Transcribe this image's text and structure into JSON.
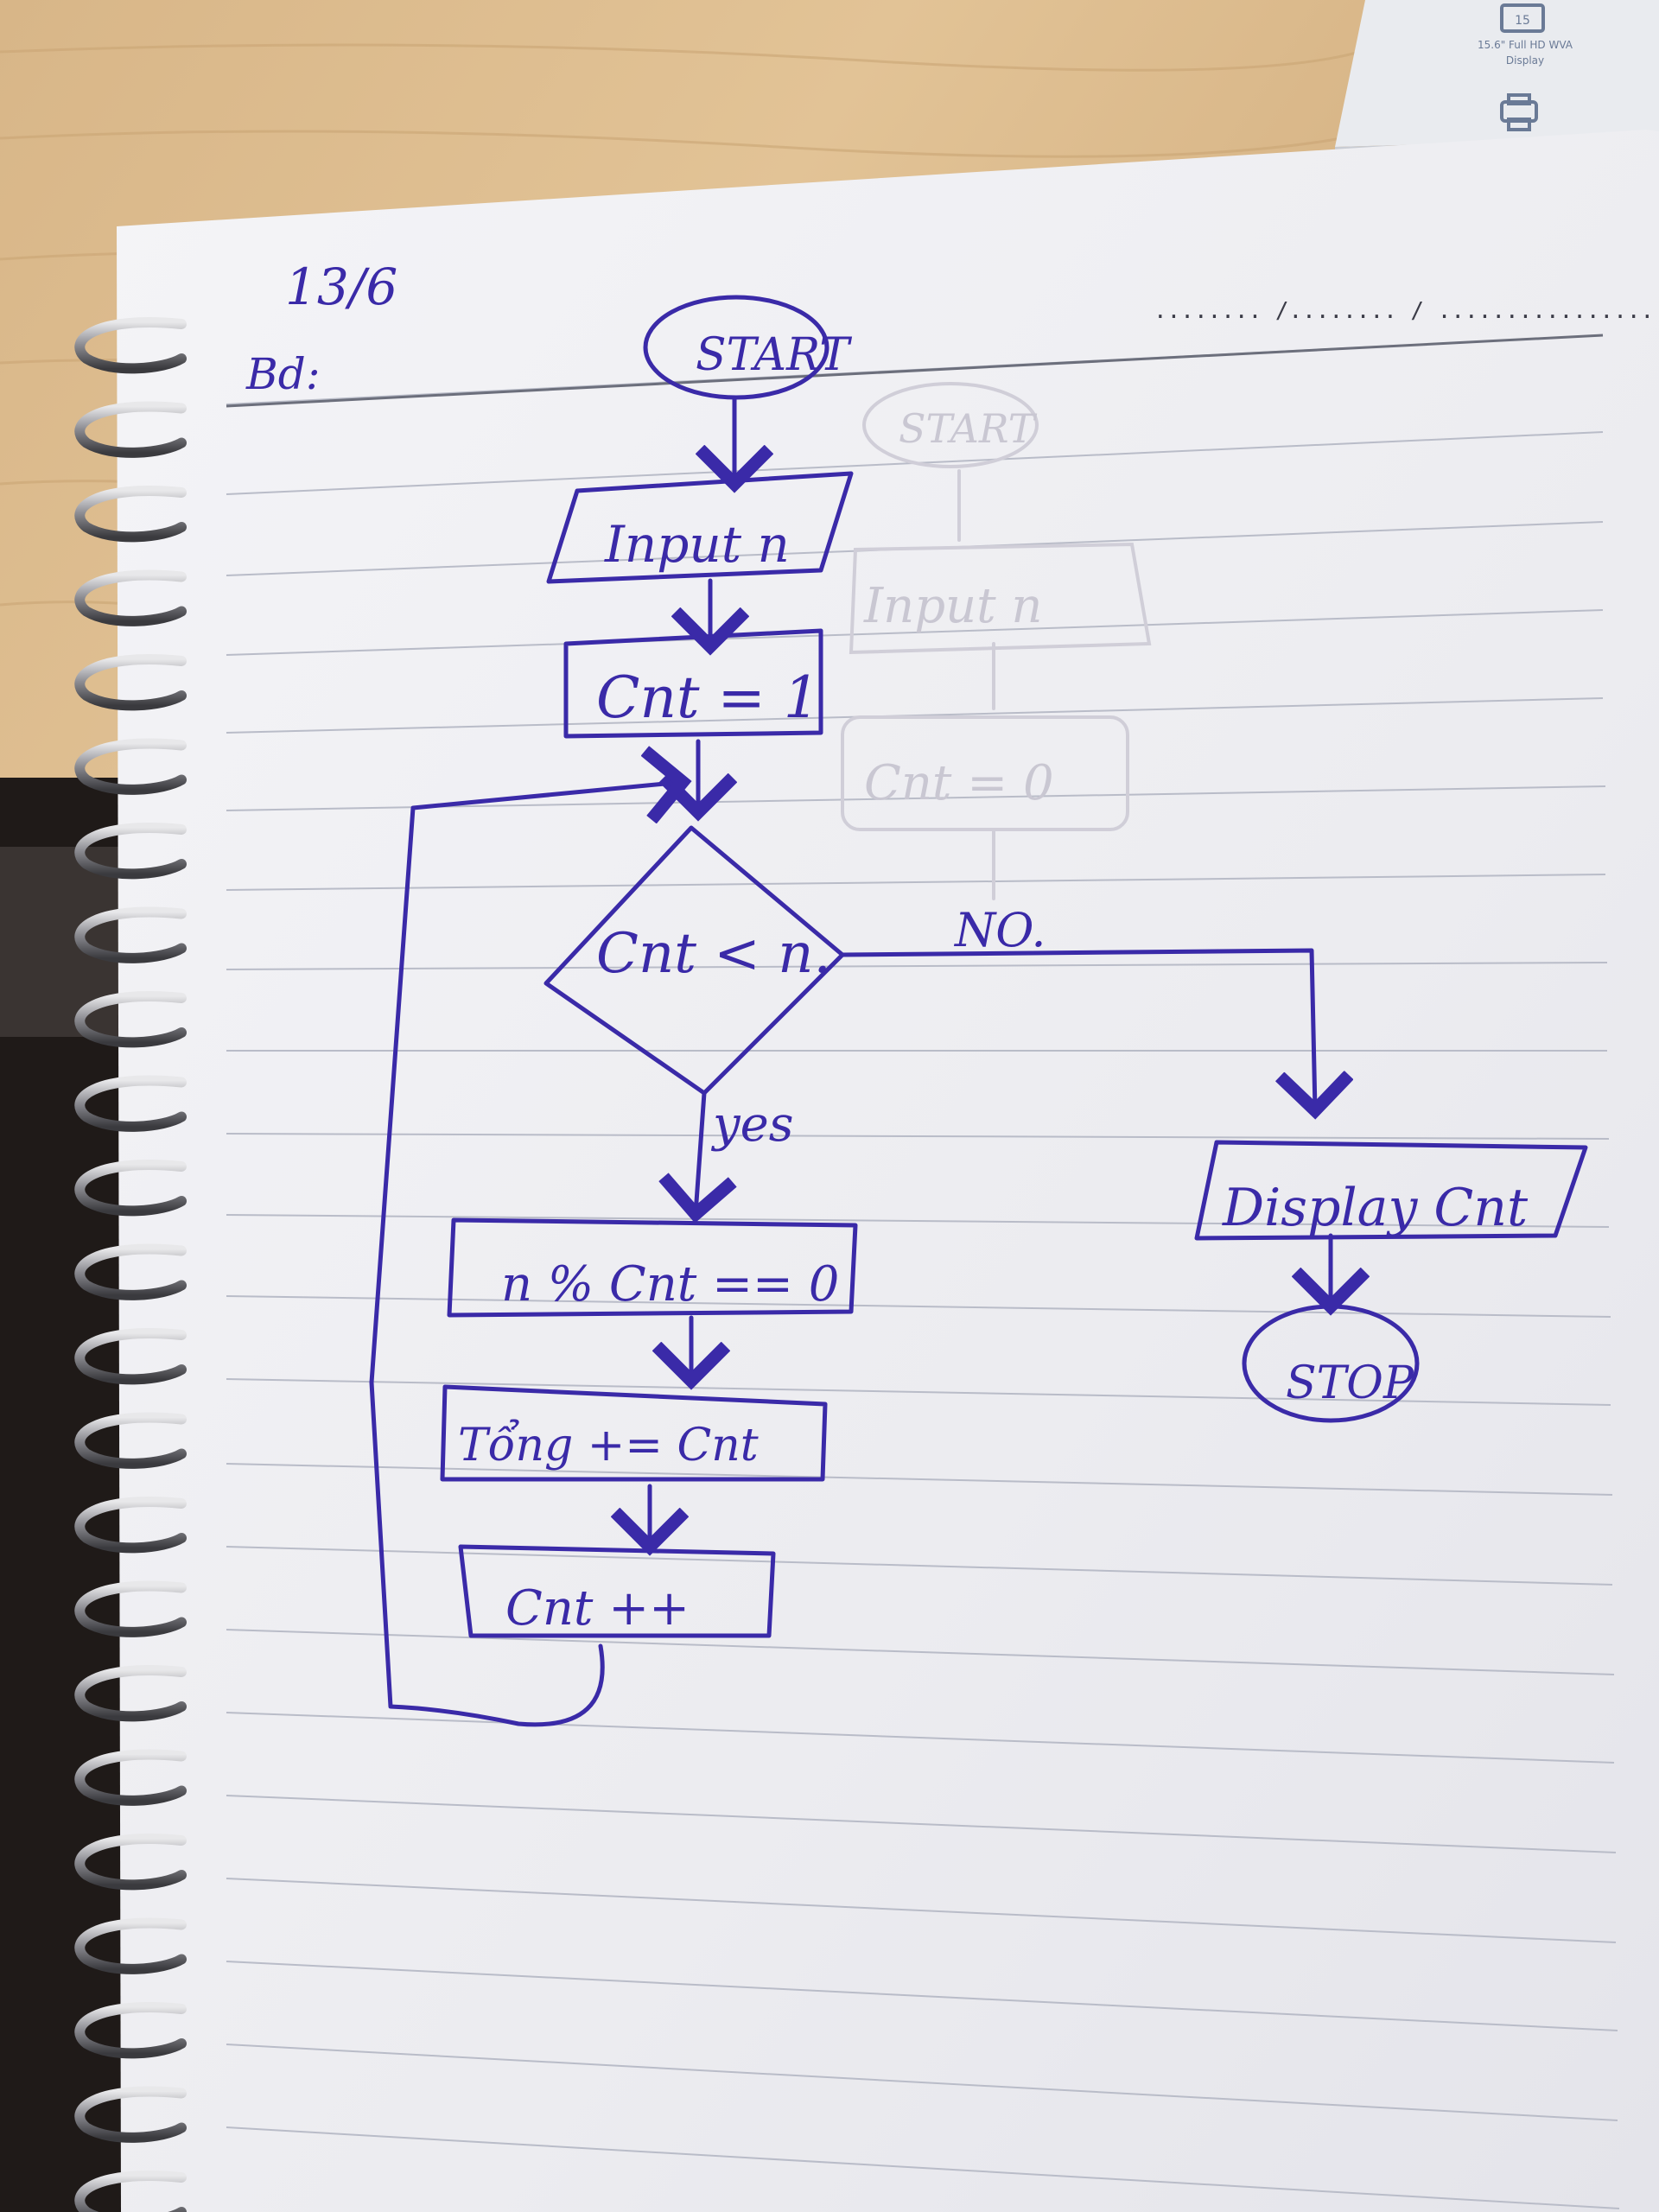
{
  "note": {
    "date": "13/6",
    "label": "Bd:",
    "date_field": "........ /........ / ......................"
  },
  "flowchart": {
    "start": "START",
    "input": "Input n",
    "init": "Cnt = 1",
    "condition": "Cnt < n.",
    "branch_yes": "yes",
    "branch_no": "NO.",
    "check": "n % Cnt == 0",
    "accumulate": "Tổng    += Cnt",
    "increment": "Cnt ++",
    "output": "Display   Cnt",
    "stop": "STOP"
  },
  "ghost_flowchart": {
    "start": "START",
    "input": "Input n",
    "init": "Cnt = 0"
  },
  "box_label": {
    "badge": "15",
    "line1": "15.6\" Full HD WVA",
    "line2": "Display"
  },
  "colors": {
    "ink": "#3a2aa8",
    "paper": "#f3f3f5",
    "rule": "#b9bcc8",
    "desk": "#d9b98a"
  },
  "icons": [
    "monitor-icon",
    "printer-icon"
  ]
}
